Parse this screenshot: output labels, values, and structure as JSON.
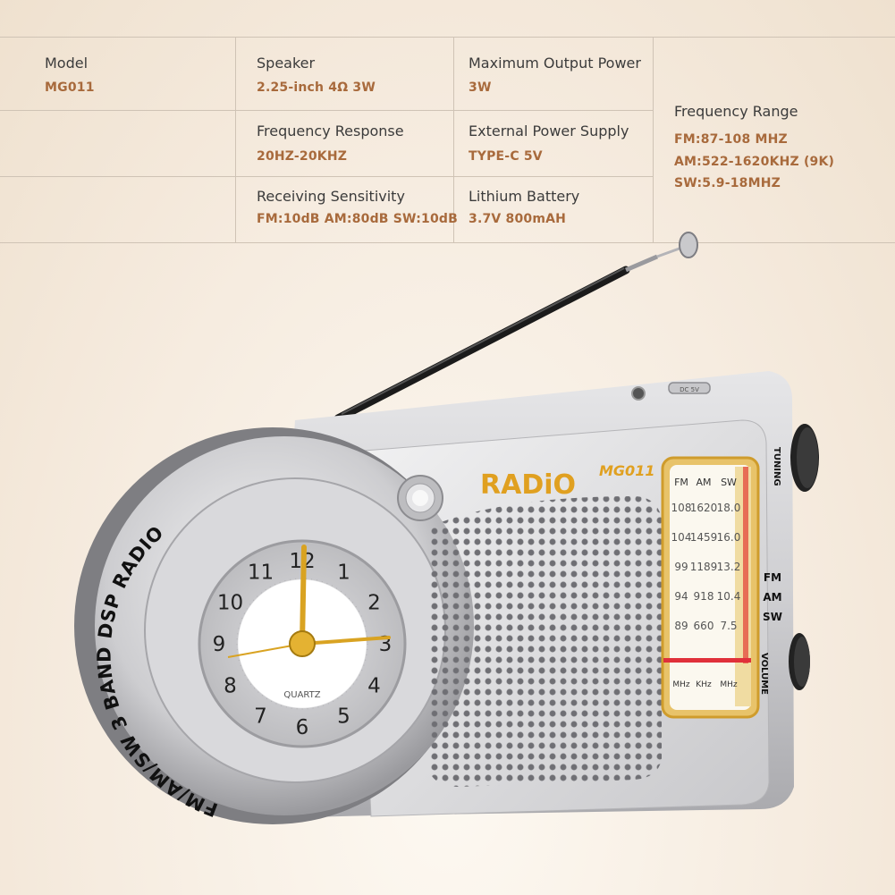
{
  "specs": {
    "model": {
      "label": "Model",
      "value": "MG011"
    },
    "speaker": {
      "label": "Speaker",
      "value": "2.25-inch 4Ω 3W"
    },
    "max_output": {
      "label": "Maximum Output Power",
      "value": "3W"
    },
    "freq_response": {
      "label": "Frequency Response",
      "value": "20HZ-20KHZ"
    },
    "ext_power": {
      "label": "External Power Supply",
      "value": "TYPE-C 5V"
    },
    "sensitivity": {
      "label": "Receiving Sensitivity",
      "value": "FM:10dB AM:80dB SW:10dB"
    },
    "battery": {
      "label": "Lithium Battery",
      "value": "3.7V 800mAH"
    },
    "freq_range": {
      "label": "Frequency Range",
      "fm": "FM:87-108 MHZ",
      "am": "AM:522-1620KHZ (9K)",
      "sw": "SW:5.9-18MHZ"
    }
  },
  "radio": {
    "brand": "RADiO",
    "model": "MG011",
    "ring_text": "FM/AM/SW 3 BAND DSP RADIO",
    "clock_label": "QUARTZ",
    "clock_numbers": [
      "12",
      "1",
      "2",
      "3",
      "4",
      "5",
      "6",
      "7",
      "8",
      "9",
      "10",
      "11"
    ],
    "tuning_label": "TUNING",
    "band_labels": [
      "FM",
      "AM",
      "SW"
    ],
    "volume_label": "VOLUME",
    "dc_label": "DC 5V",
    "dial": {
      "headers": [
        "FM",
        "AM",
        "SW"
      ],
      "rows": [
        [
          "108",
          "1620",
          "18.0"
        ],
        [
          "104",
          "1459",
          "16.0"
        ],
        [
          "99",
          "1189",
          "13.2"
        ],
        [
          "94",
          "918",
          "10.4"
        ],
        [
          "89",
          "660",
          "7.5"
        ]
      ],
      "units": [
        "MHz",
        "KHz",
        "MHz"
      ]
    }
  },
  "colors": {
    "value_text": "#a86a3c",
    "brand_gold": "#e0a020",
    "needle_red": "#e0303a"
  }
}
